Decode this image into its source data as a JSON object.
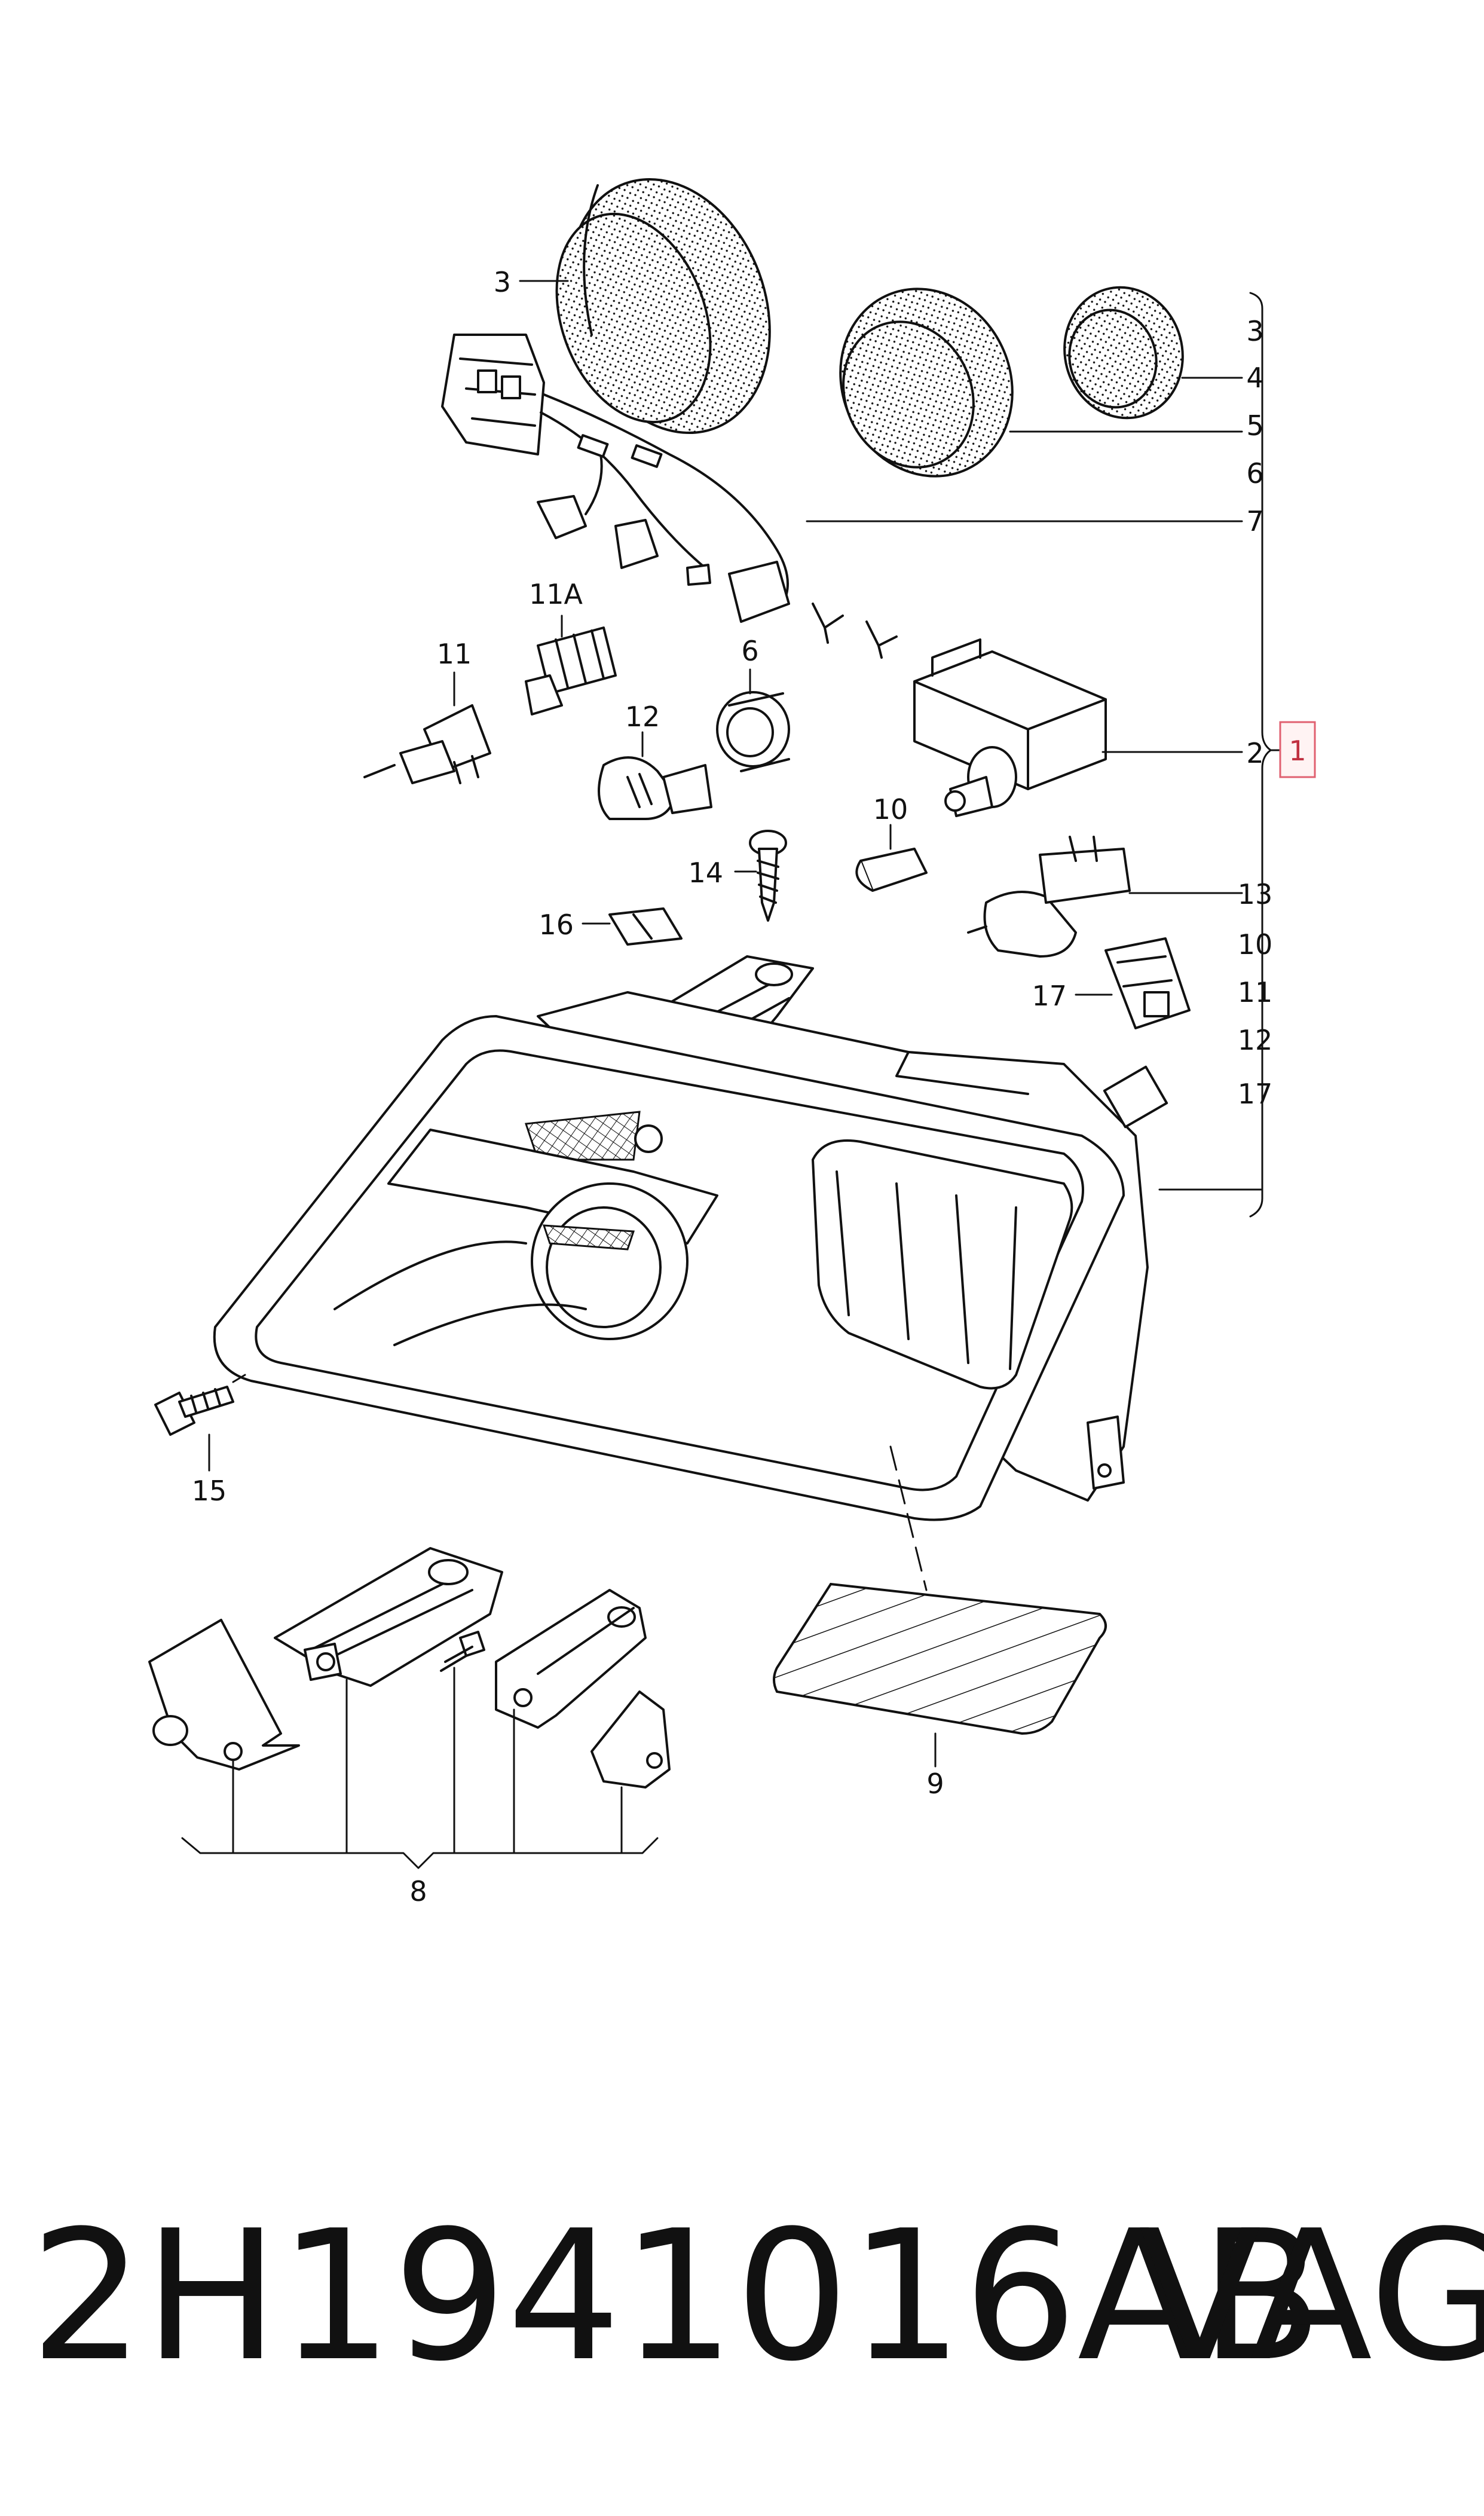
{
  "diagram": {
    "labels": {
      "l1": "1",
      "l2": "2",
      "l3a": "3",
      "l3b": "3",
      "l4": "4",
      "l5": "5",
      "l6a": "6",
      "l6b": "6",
      "l7": "7",
      "l8": "8",
      "l9": "9",
      "l10a": "10",
      "l10b": "10",
      "l11a": "11",
      "l11b": "11",
      "l11A": "11A",
      "l12a": "12",
      "l12b": "12",
      "l13": "13",
      "l14": "14",
      "l15": "15",
      "l16": "16",
      "l17a": "17",
      "l17b": "17"
    }
  },
  "footer": {
    "part_number": "2H1941016AB",
    "brand": "VAG"
  }
}
